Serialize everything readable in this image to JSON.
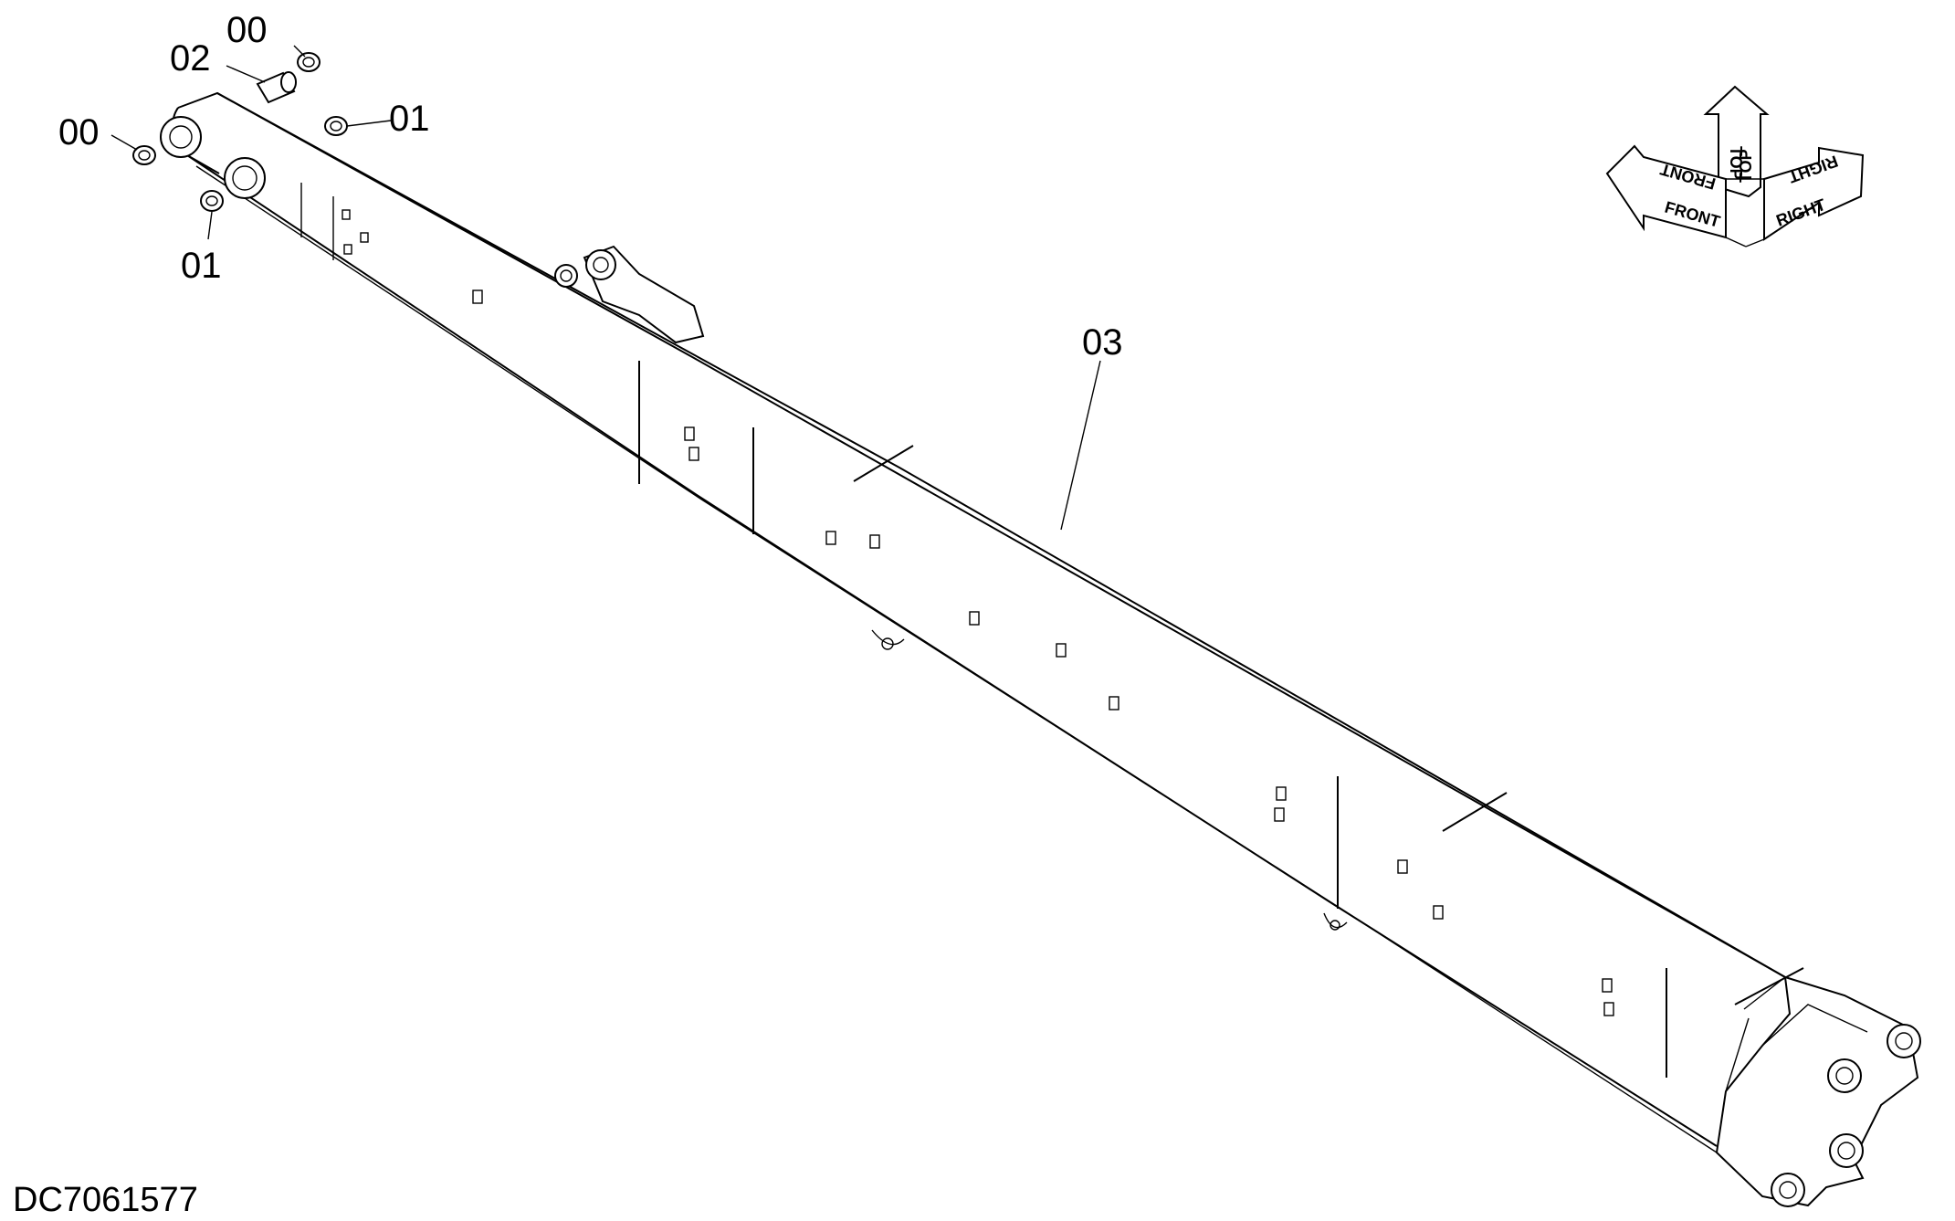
{
  "drawing": {
    "document_id": "DC7061577",
    "callouts": [
      {
        "id": "callout-00-top",
        "label": "00"
      },
      {
        "id": "callout-02",
        "label": "02"
      },
      {
        "id": "callout-01-right",
        "label": "01"
      },
      {
        "id": "callout-00-left",
        "label": "00"
      },
      {
        "id": "callout-01-bottom",
        "label": "01"
      },
      {
        "id": "callout-03",
        "label": "03"
      }
    ],
    "orientation_indicator": {
      "front": "FRONT",
      "front_mirror": "FRONT",
      "top": "TOP",
      "top_mirror": "TOP",
      "right": "RIGHT",
      "right_mirror": "RIGHT"
    }
  }
}
